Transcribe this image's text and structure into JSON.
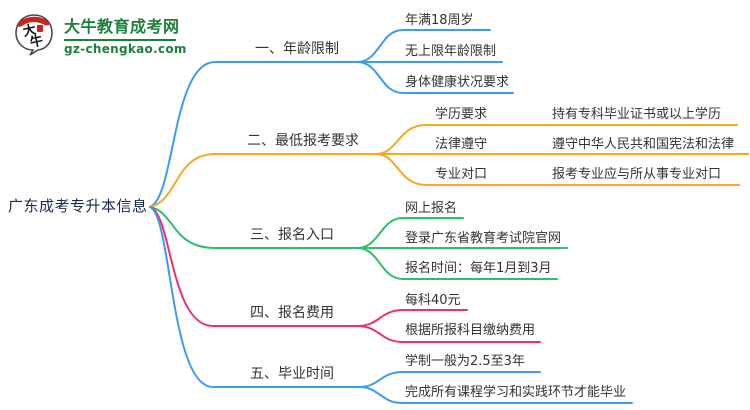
{
  "logo": {
    "icon_text": "大牛",
    "title": "大牛教育成考网",
    "url": "gz-chengkao.com",
    "brand_color": "#1e7f3e",
    "seal_color": "#c9251f"
  },
  "root": {
    "label": "广东成考专升本信息",
    "color": "#1b2a4a"
  },
  "branches": [
    {
      "label": "一、年龄限制",
      "color": "#3f9bf2",
      "children": [
        {
          "label": "年满18周岁"
        },
        {
          "label": "无上限年龄限制"
        },
        {
          "label": "身体健康状况要求"
        }
      ]
    },
    {
      "label": "二、最低报考要求",
      "color": "#f9a81f",
      "children": [
        {
          "label": "学历要求",
          "detail": "持有专科毕业证书或以上学历"
        },
        {
          "label": "法律遵守",
          "detail": "遵守中华人民共和国宪法和法律"
        },
        {
          "label": "专业对口",
          "detail": "报考专业应与所从事专业对口"
        }
      ]
    },
    {
      "label": "三、报名入口",
      "color": "#2ebe6e",
      "children": [
        {
          "label": "网上报名"
        },
        {
          "label": "登录广东省教育考试院官网"
        },
        {
          "label": "报名时间：每年1月到3月"
        }
      ]
    },
    {
      "label": "四、报名费用",
      "color": "#f02e74",
      "children": [
        {
          "label": "每科40元"
        },
        {
          "label": "根据所报科目缴纳费用"
        }
      ]
    },
    {
      "label": "五、毕业时间",
      "color": "#3f9bf2",
      "children": [
        {
          "label": "学制一般为2.5至3年"
        },
        {
          "label": "完成所有课程学习和实践环节才能毕业"
        }
      ]
    }
  ]
}
